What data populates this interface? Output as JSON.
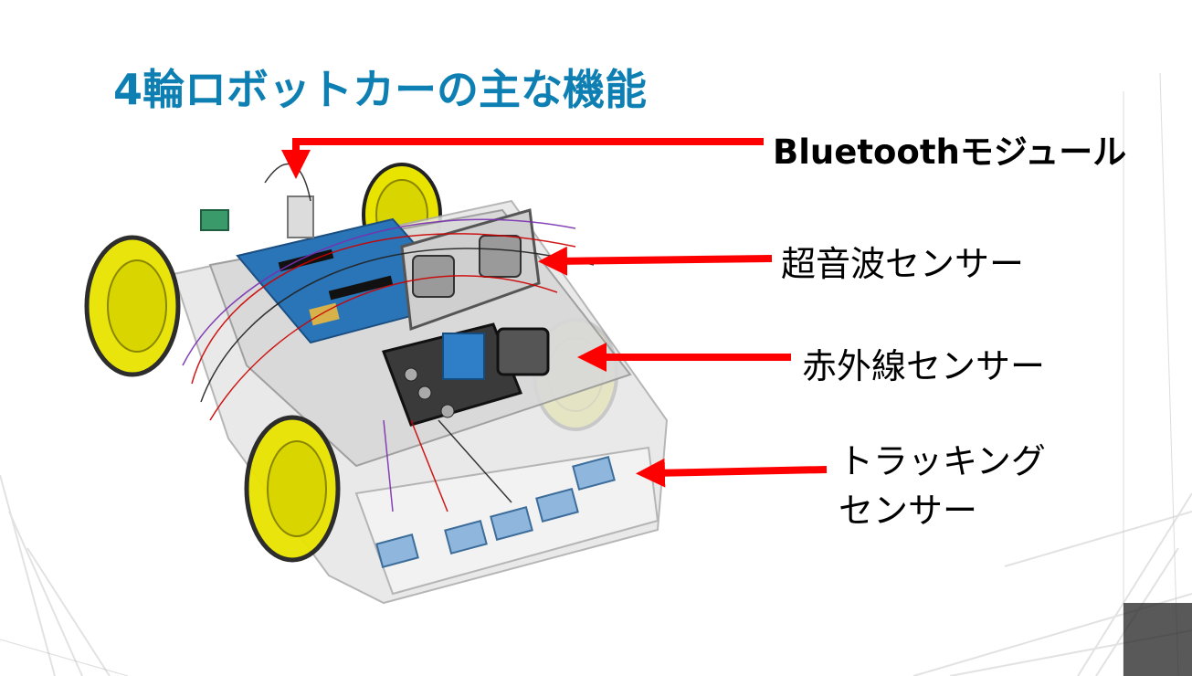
{
  "slide": {
    "title": "4輪ロボットカーの主な機能"
  },
  "callouts": [
    {
      "id": "bluetooth",
      "label": "Bluetoothモジュール"
    },
    {
      "id": "ultrasonic",
      "label": "超音波センサー"
    },
    {
      "id": "infrared",
      "label": "赤外線センサー"
    },
    {
      "id": "tracking",
      "label_line1": "トラッキング",
      "label_line2": "センサー"
    }
  ],
  "colors": {
    "title": "#0e7fb2",
    "arrow": "#ff0000",
    "wheel": "#e8e400",
    "board": "#2a74b8"
  }
}
